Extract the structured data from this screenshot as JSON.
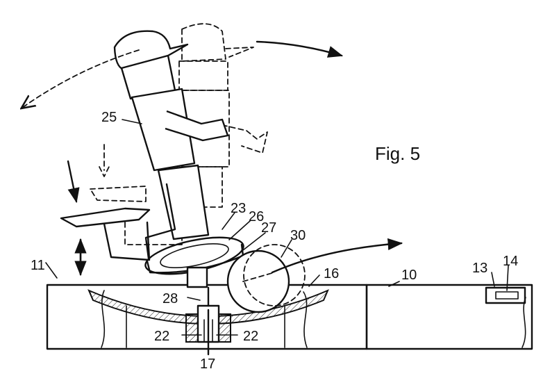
{
  "figure_title": "Fig. 5",
  "labels": {
    "l10": "10",
    "l11": "11",
    "l13": "13",
    "l14": "14",
    "l16": "16",
    "l17": "17",
    "l22a": "22",
    "l22b": "22",
    "l23": "23",
    "l25": "25",
    "l26": "26",
    "l27": "27",
    "l28": "28",
    "l30": "30"
  }
}
